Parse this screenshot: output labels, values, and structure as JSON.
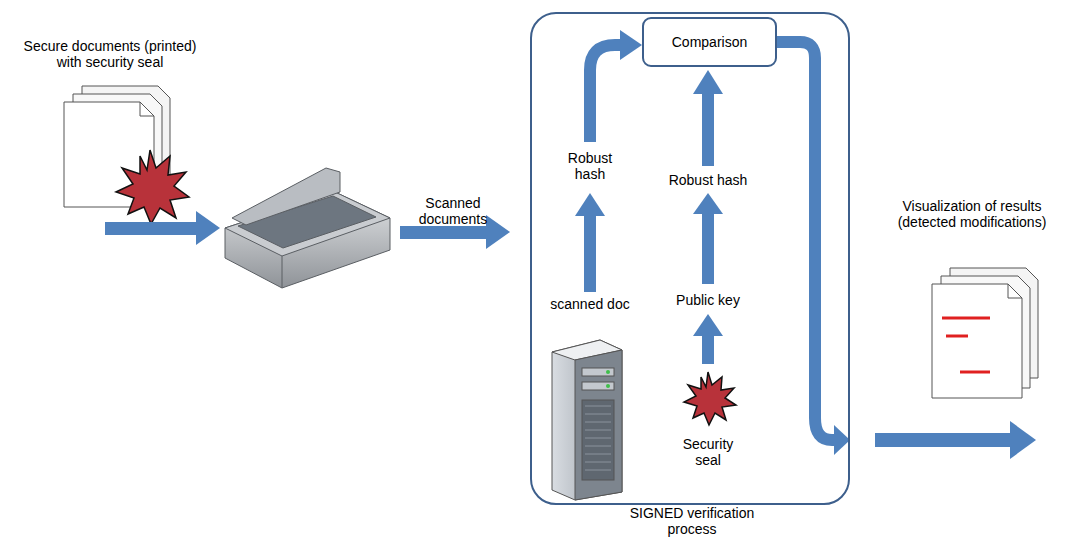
{
  "diagram": {
    "nodes": [
      {
        "text": [
          "SIGNED verification process"
        ]
      },
      {
        "text": [
          "Comparison"
        ],
        "in": 0
      }
    ],
    "labels": [
      "Secure documents (printed) with security seal",
      "Scanned documents",
      "Robust hash",
      "scanned doc",
      "Robust hash",
      "Public key",
      "Security seal",
      "Visualization of results (detected modifications)"
    ]
  }
}
